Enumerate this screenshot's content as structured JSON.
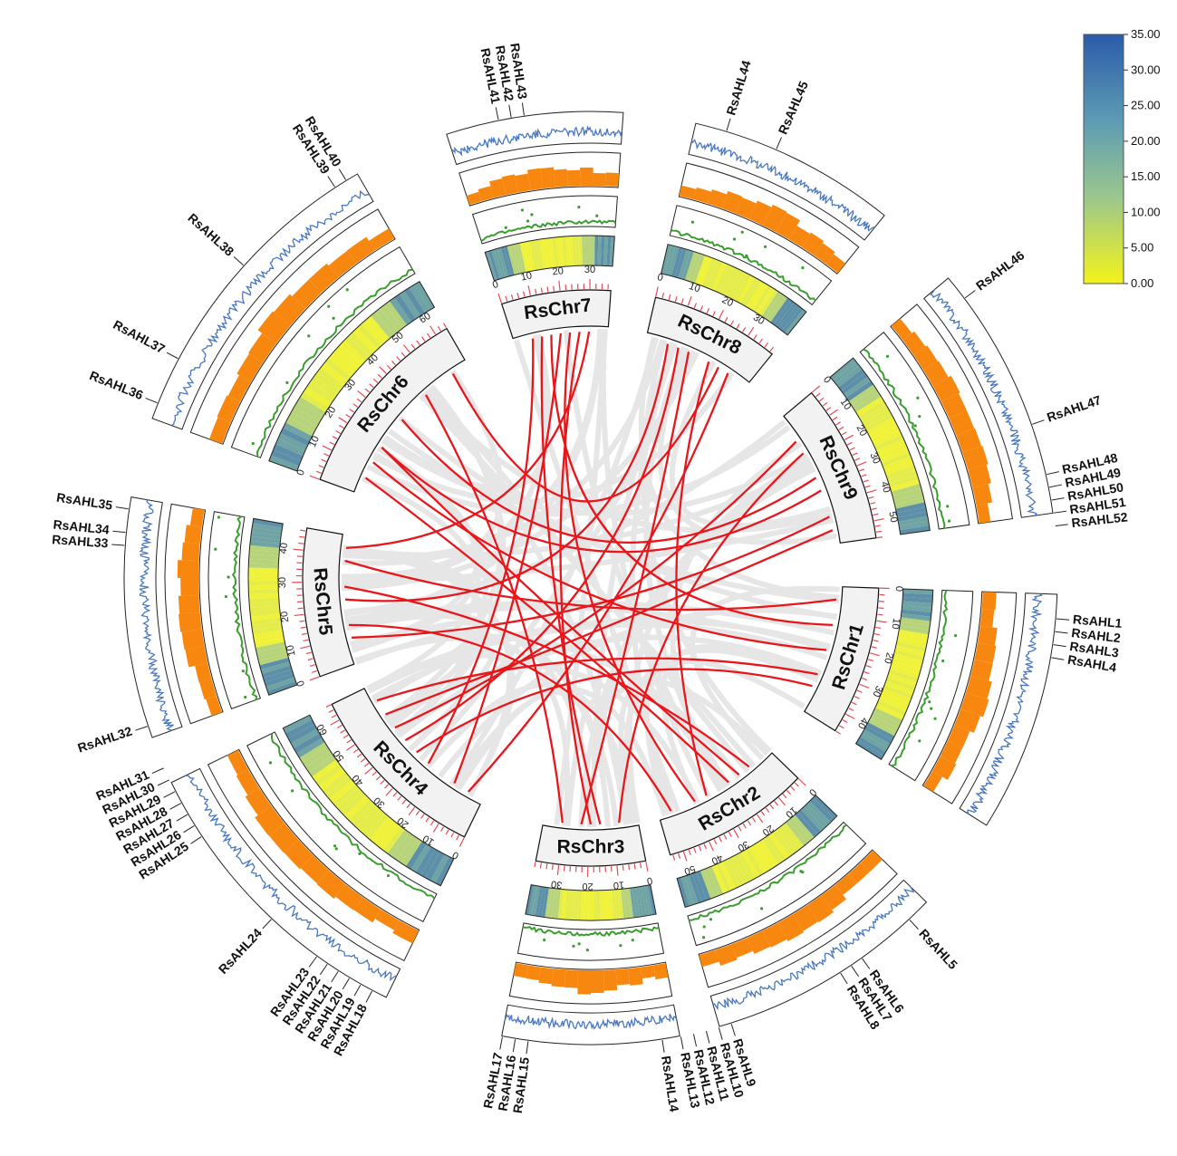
{
  "diagram": {
    "chromosomes": [
      {
        "name": "RsChr1",
        "length": 46,
        "ticks": [
          0,
          10,
          20,
          30,
          40
        ]
      },
      {
        "name": "RsChr2",
        "length": 55,
        "ticks": [
          0,
          10,
          20,
          30,
          40,
          50
        ]
      },
      {
        "name": "RsChr3",
        "length": 38,
        "ticks": [
          0,
          10,
          20,
          30
        ]
      },
      {
        "name": "RsChr4",
        "length": 66,
        "ticks": [
          0,
          10,
          20,
          30,
          40,
          50,
          60
        ]
      },
      {
        "name": "RsChr5",
        "length": 47,
        "ticks": [
          0,
          10,
          20,
          30,
          40
        ]
      },
      {
        "name": "RsChr6",
        "length": 64,
        "ticks": [
          0,
          10,
          20,
          30,
          40,
          50,
          60
        ]
      },
      {
        "name": "RsChr7",
        "length": 37,
        "ticks": [
          0,
          10,
          20,
          30
        ]
      },
      {
        "name": "RsChr8",
        "length": 39,
        "ticks": [
          0,
          10,
          20,
          30
        ]
      },
      {
        "name": "RsChr9",
        "length": 56,
        "ticks": [
          0,
          10,
          20,
          30,
          40,
          50
        ]
      }
    ],
    "genes": [
      {
        "chr": "RsChr1",
        "labels": [
          "RsAHL1",
          "RsAHL2",
          "RsAHL3",
          "RsAHL4"
        ]
      },
      {
        "chr": "RsChr2",
        "labels": [
          "RsAHL5"
        ]
      },
      {
        "chr": "RsChr2",
        "labels": [
          "RsAHL6",
          "RsAHL7",
          "RsAHL8"
        ]
      },
      {
        "chr": "RsChr2",
        "labels": [
          "RsAHL9",
          "RsAHL10",
          "RsAHL11",
          "RsAHL12",
          "RsAHL13"
        ]
      },
      {
        "chr": "RsChr3",
        "labels": [
          "RsAHL14"
        ]
      },
      {
        "chr": "RsChr3",
        "labels": [
          "RsAHL15",
          "RsAHL16",
          "RsAHL17"
        ]
      },
      {
        "chr": "RsChr4",
        "labels": [
          "RsAHL18",
          "RsAHL19",
          "RsAHL20",
          "RsAHL21",
          "RsAHL22",
          "RsAHL23"
        ]
      },
      {
        "chr": "RsChr4",
        "labels": [
          "RsAHL24"
        ]
      },
      {
        "chr": "RsChr4",
        "labels": [
          "RsAHL25",
          "RsAHL26",
          "RsAHL27",
          "RsAHL28",
          "RsAHL29",
          "RsAHL30",
          "RsAHL31"
        ]
      },
      {
        "chr": "RsChr5",
        "labels": [
          "RsAHL32"
        ]
      },
      {
        "chr": "RsChr5",
        "labels": [
          "RsAHL33",
          "RsAHL34"
        ]
      },
      {
        "chr": "RsChr5",
        "labels": [
          "RsAHL35"
        ]
      },
      {
        "chr": "RsChr6",
        "labels": [
          "RsAHL36"
        ]
      },
      {
        "chr": "RsChr6",
        "labels": [
          "RsAHL37"
        ]
      },
      {
        "chr": "RsChr6",
        "labels": [
          "RsAHL38"
        ]
      },
      {
        "chr": "RsChr6",
        "labels": [
          "RsAHL39",
          "RsAHL40"
        ]
      },
      {
        "chr": "RsChr7",
        "labels": [
          "RsAHL41",
          "RsAHL42",
          "RsAHL43"
        ]
      },
      {
        "chr": "RsChr8",
        "labels": [
          "RsAHL44"
        ]
      },
      {
        "chr": "RsChr8",
        "labels": [
          "RsAHL45"
        ]
      },
      {
        "chr": "RsChr9",
        "labels": [
          "RsAHL46"
        ]
      },
      {
        "chr": "RsChr9",
        "labels": [
          "RsAHL47"
        ]
      },
      {
        "chr": "RsChr9",
        "labels": [
          "RsAHL48",
          "RsAHL49",
          "RsAHL50",
          "RsAHL51",
          "RsAHL52"
        ]
      }
    ],
    "colors": {
      "links": "#e8161b",
      "background_links": "#e6e6e6",
      "gc_line": "#4a78c0",
      "density_bars": "#f7870f",
      "snp_points": "#3a9e2f",
      "ring_border": "#000000",
      "chr_block": "#f2f2f2"
    },
    "legend": {
      "labels": [
        "35.00",
        "30.00",
        "25.00",
        "20.00",
        "15.00",
        "10.00",
        "5.00",
        "0.00"
      ],
      "colors": [
        "#2a5caa",
        "#5d9cb3",
        "#9bc68e",
        "#f3f31a"
      ]
    }
  }
}
